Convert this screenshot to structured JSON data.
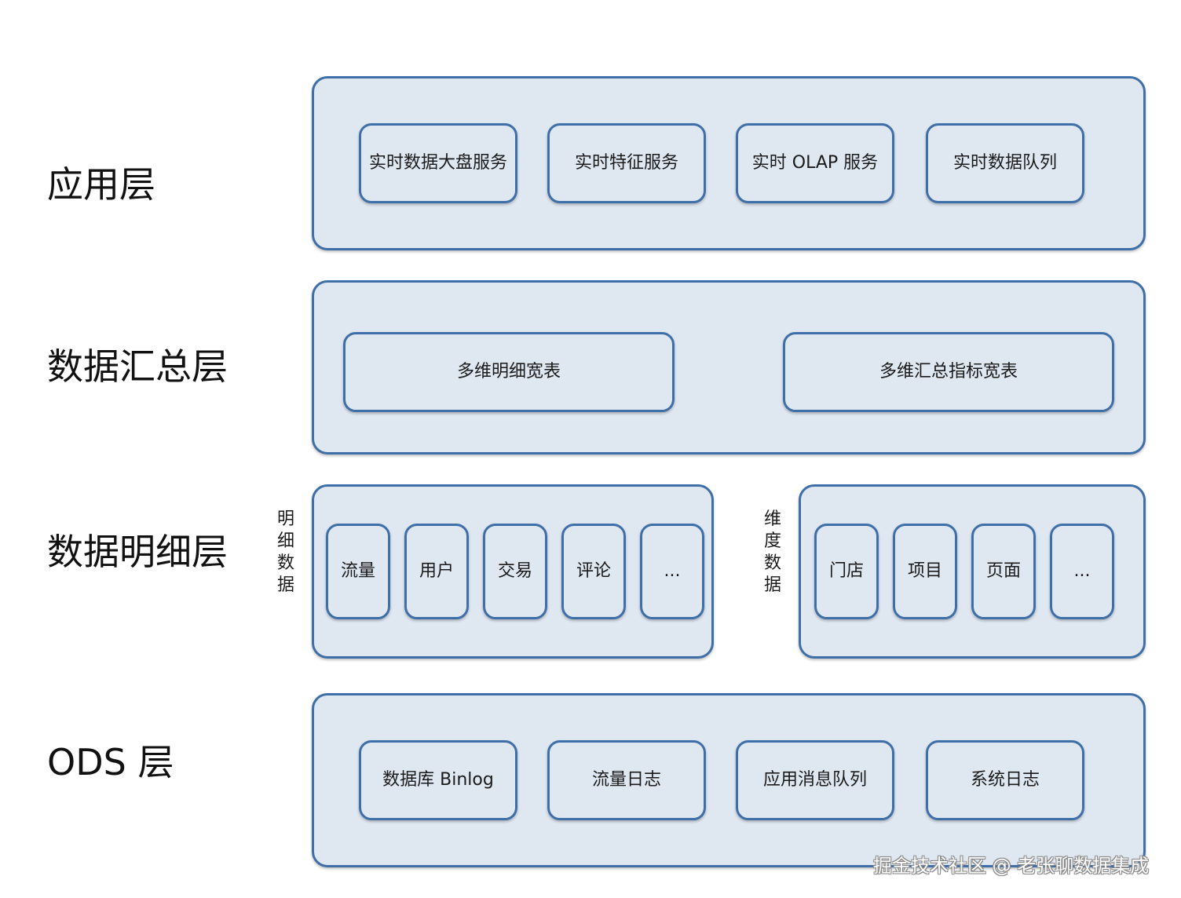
{
  "layers": {
    "application": {
      "label": "应用层",
      "items": [
        "实时数据大盘服务",
        "实时特征服务",
        "实时 OLAP 服务",
        "实时数据队列"
      ]
    },
    "summary": {
      "label": "数据汇总层",
      "items": [
        "多维明细宽表",
        "多维汇总指标宽表"
      ]
    },
    "detail": {
      "label": "数据明细层",
      "detail_group": {
        "label": "明细数据",
        "items": [
          "流量",
          "用户",
          "交易",
          "评论",
          "..."
        ]
      },
      "dimension_group": {
        "label": "维度数据",
        "items": [
          "门店",
          "项目",
          "页面",
          "..."
        ]
      }
    },
    "ods": {
      "label": "ODS 层",
      "items": [
        "数据库 Binlog",
        "流量日志",
        "应用消息队列",
        "系统日志"
      ]
    }
  },
  "watermark": "掘金技术社区 @ 老张聊数据集成",
  "colors": {
    "box_fill": "#dfe7f1",
    "box_border": "#3f6fa8"
  }
}
